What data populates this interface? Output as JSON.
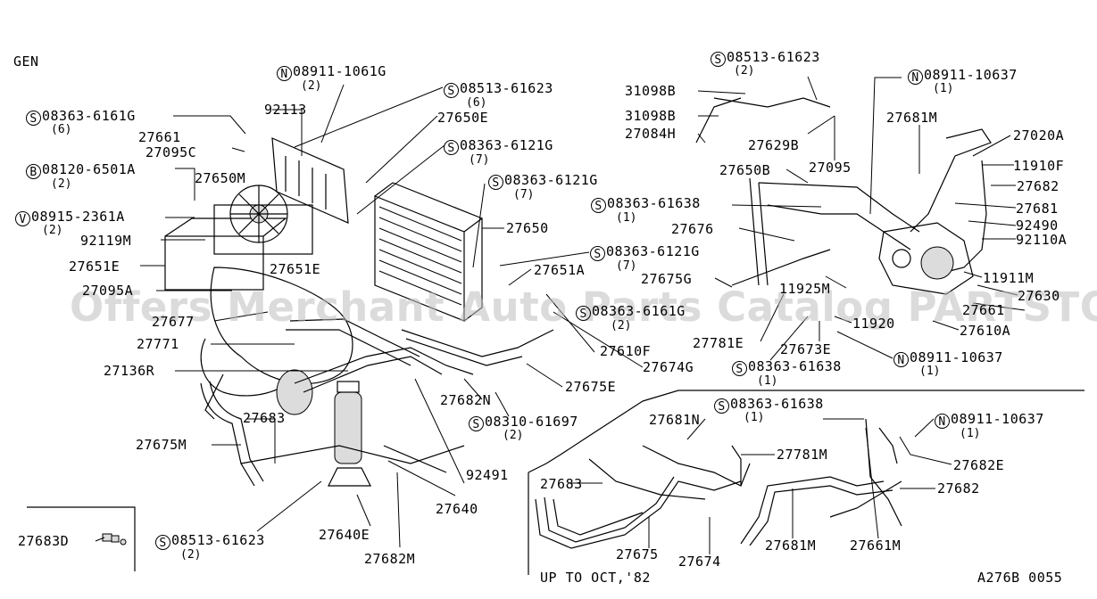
{
  "diagram": {
    "section_code": "GEN",
    "figure_code": "A276B 0055",
    "variant_note": "UP TO OCT,'82",
    "watermark": "Offers Merchant Auto Parts Catalog PARTSTORE.SA",
    "inset_label": "27683D"
  },
  "labels": [
    {
      "prefix": "N",
      "code": "08911-1061G",
      "qty": "(2)"
    },
    {
      "prefix": "S",
      "code": "08513-61623",
      "qty": "(6)"
    },
    {
      "prefix": "",
      "code": "92113",
      "qty": ""
    },
    {
      "prefix": "S",
      "code": "08363-6161G",
      "qty": "(6)"
    },
    {
      "prefix": "",
      "code": "27650E",
      "qty": ""
    },
    {
      "prefix": "",
      "code": "27661",
      "qty": ""
    },
    {
      "prefix": "",
      "code": "27095C",
      "qty": ""
    },
    {
      "prefix": "S",
      "code": "08363-6121G",
      "qty": "(7)"
    },
    {
      "prefix": "B",
      "code": "08120-6501A",
      "qty": "(2)"
    },
    {
      "prefix": "",
      "code": "27650M",
      "qty": ""
    },
    {
      "prefix": "S",
      "code": "08363-6121G",
      "qty": "(7)"
    },
    {
      "prefix": "V",
      "code": "08915-2361A",
      "qty": "(2)"
    },
    {
      "prefix": "",
      "code": "27650",
      "qty": ""
    },
    {
      "prefix": "",
      "code": "92119M",
      "qty": ""
    },
    {
      "prefix": "S",
      "code": "08363-6121G",
      "qty": "(7)"
    },
    {
      "prefix": "",
      "code": "27651E",
      "qty": ""
    },
    {
      "prefix": "",
      "code": "27651E",
      "qty": ""
    },
    {
      "prefix": "",
      "code": "27651A",
      "qty": ""
    },
    {
      "prefix": "",
      "code": "27095A",
      "qty": ""
    },
    {
      "prefix": "S",
      "code": "08363-6161G",
      "qty": "(2)"
    },
    {
      "prefix": "",
      "code": "27677",
      "qty": ""
    },
    {
      "prefix": "",
      "code": "27771",
      "qty": ""
    },
    {
      "prefix": "",
      "code": "27610F",
      "qty": ""
    },
    {
      "prefix": "",
      "code": "27674G",
      "qty": ""
    },
    {
      "prefix": "",
      "code": "27136R",
      "qty": ""
    },
    {
      "prefix": "",
      "code": "27675E",
      "qty": ""
    },
    {
      "prefix": "",
      "code": "27682N",
      "qty": ""
    },
    {
      "prefix": "S",
      "code": "08310-61697",
      "qty": "(2)"
    },
    {
      "prefix": "",
      "code": "27683",
      "qty": ""
    },
    {
      "prefix": "",
      "code": "27675M",
      "qty": ""
    },
    {
      "prefix": "",
      "code": "92491",
      "qty": ""
    },
    {
      "prefix": "",
      "code": "27640",
      "qty": ""
    },
    {
      "prefix": "",
      "code": "27640E",
      "qty": ""
    },
    {
      "prefix": "S",
      "code": "08513-61623",
      "qty": "(2)"
    },
    {
      "prefix": "",
      "code": "27682M",
      "qty": ""
    },
    {
      "prefix": "",
      "code": "31098B",
      "qty": ""
    },
    {
      "prefix": "",
      "code": "31098B",
      "qty": ""
    },
    {
      "prefix": "",
      "code": "27084H",
      "qty": ""
    },
    {
      "prefix": "S",
      "code": "08513-61623",
      "qty": "(2)"
    },
    {
      "prefix": "",
      "code": "27629B",
      "qty": ""
    },
    {
      "prefix": "",
      "code": "27095",
      "qty": ""
    },
    {
      "prefix": "N",
      "code": "08911-10637",
      "qty": "(1)"
    },
    {
      "prefix": "",
      "code": "27681M",
      "qty": ""
    },
    {
      "prefix": "",
      "code": "27020A",
      "qty": ""
    },
    {
      "prefix": "",
      "code": "11910F",
      "qty": ""
    },
    {
      "prefix": "",
      "code": "27682",
      "qty": ""
    },
    {
      "prefix": "",
      "code": "27650B",
      "qty": ""
    },
    {
      "prefix": "S",
      "code": "08363-61638",
      "qty": "(1)"
    },
    {
      "prefix": "",
      "code": "27681",
      "qty": ""
    },
    {
      "prefix": "",
      "code": "92490",
      "qty": ""
    },
    {
      "prefix": "",
      "code": "27676",
      "qty": ""
    },
    {
      "prefix": "",
      "code": "92110A",
      "qty": ""
    },
    {
      "prefix": "",
      "code": "27675G",
      "qty": ""
    },
    {
      "prefix": "",
      "code": "11911M",
      "qty": ""
    },
    {
      "prefix": "",
      "code": "11925M",
      "qty": ""
    },
    {
      "prefix": "",
      "code": "27630",
      "qty": ""
    },
    {
      "prefix": "",
      "code": "27661",
      "qty": ""
    },
    {
      "prefix": "",
      "code": "11920",
      "qty": ""
    },
    {
      "prefix": "",
      "code": "27610A",
      "qty": ""
    },
    {
      "prefix": "",
      "code": "27781E",
      "qty": ""
    },
    {
      "prefix": "",
      "code": "27673E",
      "qty": ""
    },
    {
      "prefix": "N",
      "code": "08911-10637",
      "qty": "(1)"
    },
    {
      "prefix": "S",
      "code": "08363-61638",
      "qty": "(1)"
    },
    {
      "prefix": "S",
      "code": "08363-61638",
      "qty": "(1)"
    },
    {
      "prefix": "",
      "code": "27681N",
      "qty": ""
    },
    {
      "prefix": "N",
      "code": "08911-10637",
      "qty": "(1)"
    },
    {
      "prefix": "",
      "code": "27781M",
      "qty": ""
    },
    {
      "prefix": "",
      "code": "27682E",
      "qty": ""
    },
    {
      "prefix": "",
      "code": "27683",
      "qty": ""
    },
    {
      "prefix": "",
      "code": "27682",
      "qty": ""
    },
    {
      "prefix": "",
      "code": "27675",
      "qty": ""
    },
    {
      "prefix": "",
      "code": "27674",
      "qty": ""
    },
    {
      "prefix": "",
      "code": "27681M",
      "qty": ""
    },
    {
      "prefix": "",
      "code": "27661M",
      "qty": ""
    }
  ]
}
